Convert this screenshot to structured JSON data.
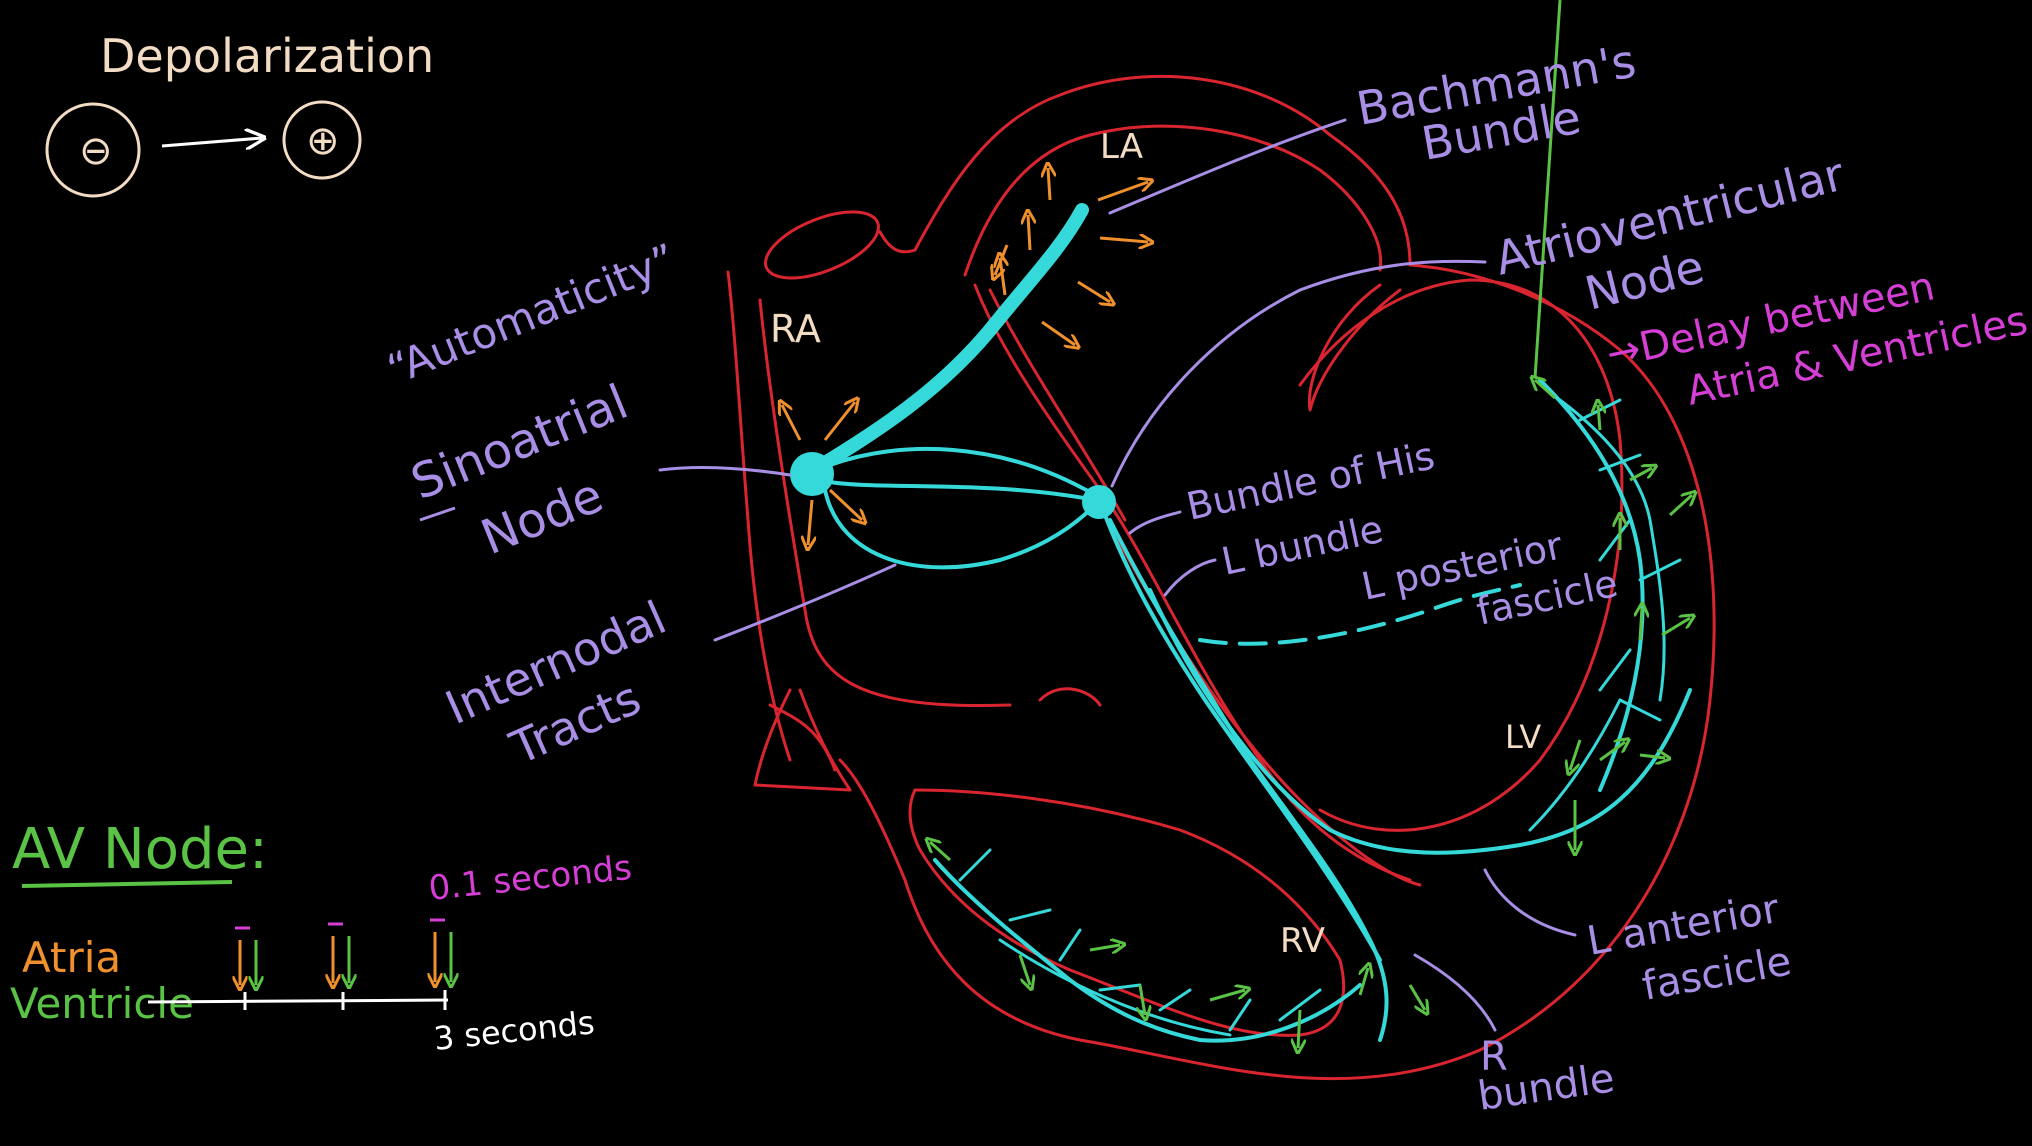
{
  "colors": {
    "background": "#000000",
    "heart_outline": "#d8252f",
    "conduction": "#36d9d9",
    "label_purple": "#a98ee6",
    "arrow_orange": "#f0902c",
    "arrow_green": "#5ac244",
    "magenta": "#d63fd6",
    "cream": "#f3dcc4",
    "white": "#ffffff"
  },
  "legend": {
    "title": "Depolarization",
    "negative_symbol": "⊖",
    "positive_symbol": "⊕"
  },
  "labels": {
    "automaticity": "“Automaticity”",
    "sinoatrial": "Sinoatrial",
    "node_sa": "Node",
    "internodal": "Internodal",
    "tracts": "Tracts",
    "bachmanns": "Bachmann's",
    "bundle_bach": "Bundle",
    "atrioventricular": "Atrioventricular",
    "node_av": "Node",
    "delay_line1": "→Delay between",
    "delay_line2": "Atria & Ventricles",
    "bundle_of_his": "Bundle of His",
    "l_bundle": "L bundle",
    "l_posterior": "L posterior",
    "fascicle_post": "fascicle",
    "l_anterior": "L anterior",
    "fascicle_ant": "fascicle",
    "r_label": "R",
    "bundle_r": "bundle"
  },
  "chambers": {
    "ra": "RA",
    "la": "LA",
    "lv": "LV",
    "rv": "RV"
  },
  "av_node_panel": {
    "title": "AV Node:",
    "atria": "Atria",
    "ventricle": "Ventricle",
    "delay": "0.1 seconds",
    "duration": "3 seconds"
  }
}
